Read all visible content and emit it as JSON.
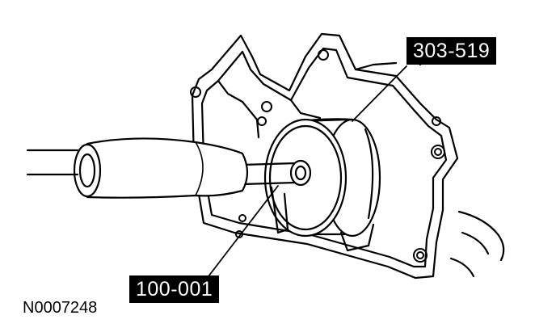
{
  "callouts": {
    "tool_a": "303-519",
    "tool_b": "100-001"
  },
  "figure_id": "N0007248",
  "colors": {
    "line": "#000000",
    "callout_bg": "#000000",
    "callout_text": "#ffffff",
    "background": "#ffffff"
  }
}
